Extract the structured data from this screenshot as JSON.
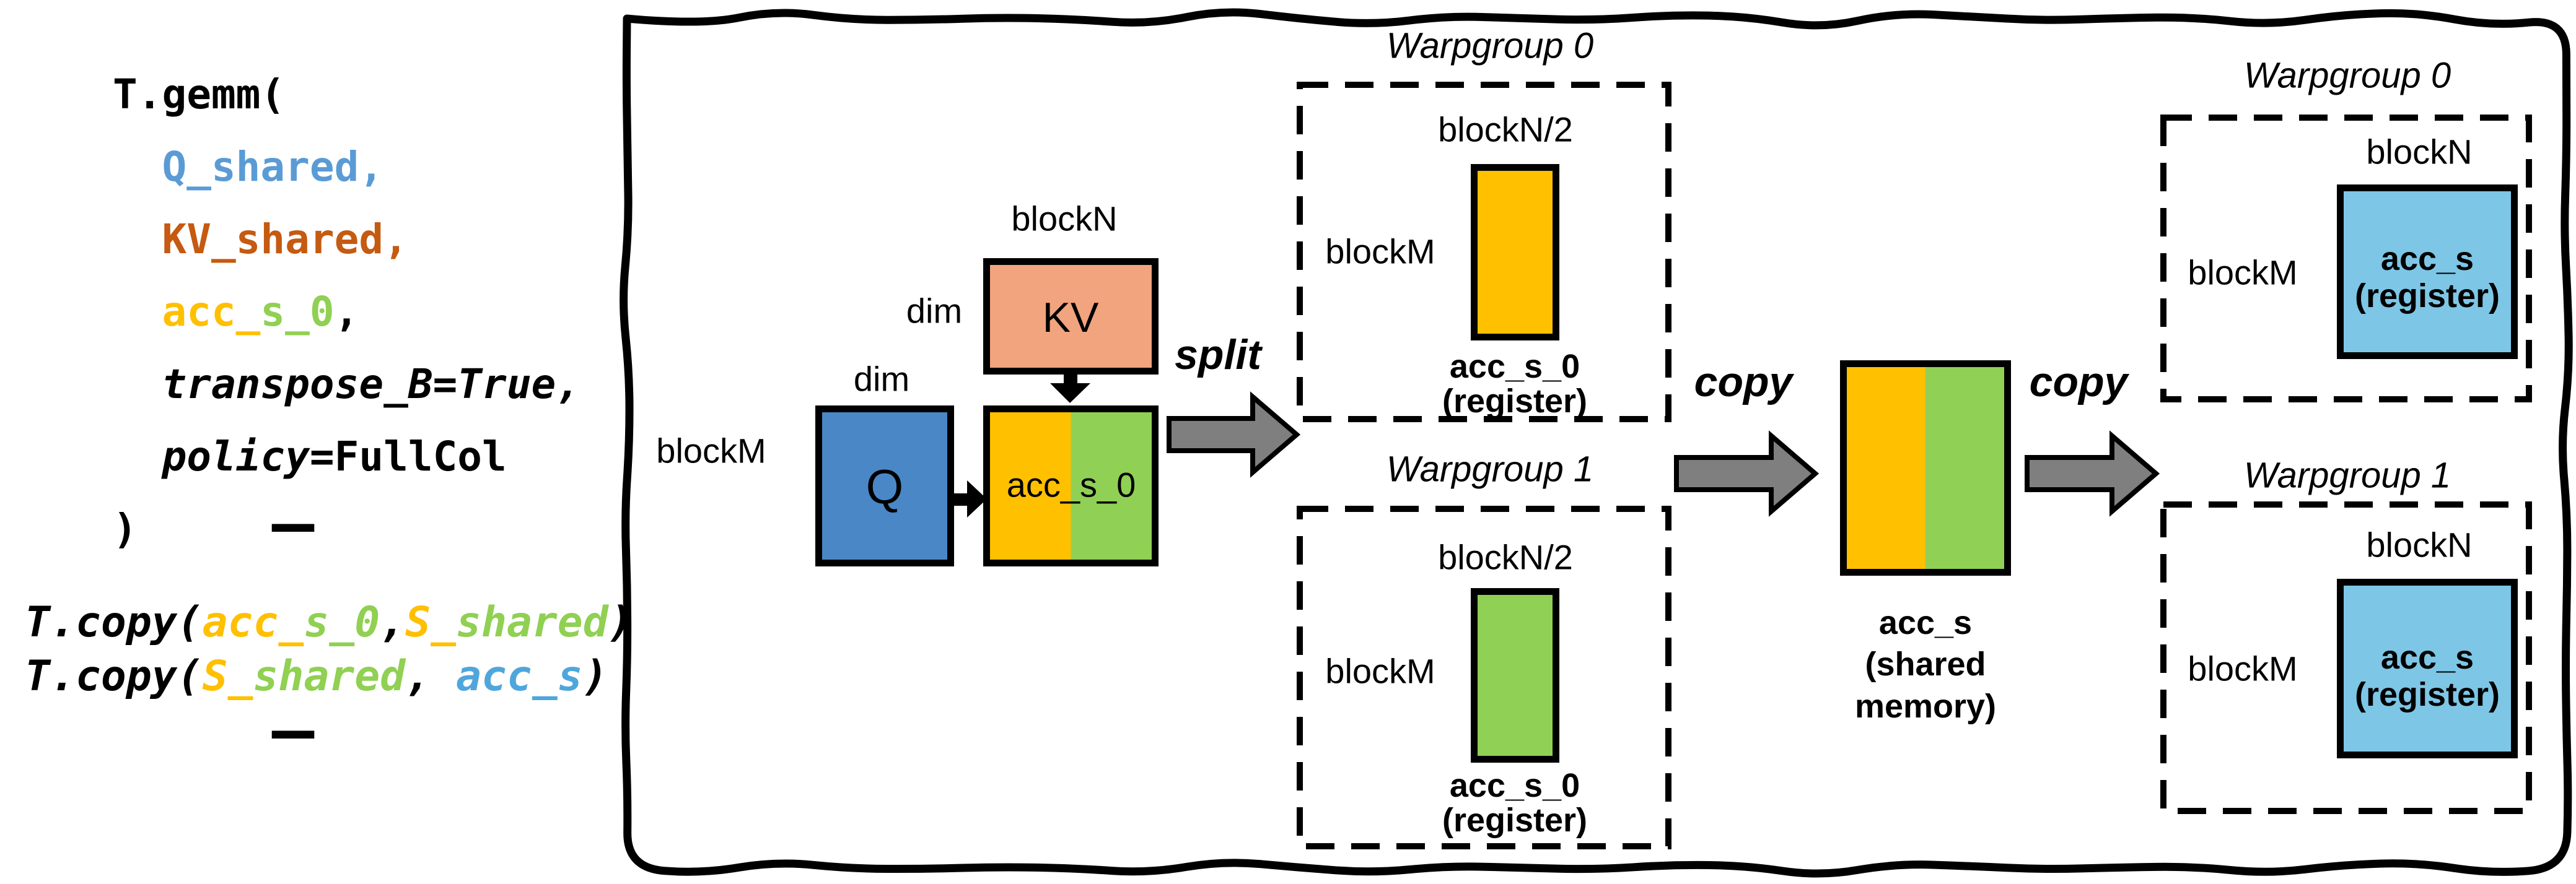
{
  "colors": {
    "code-blue": "#5B9BD5",
    "code-orange": "#C55A11",
    "code-yellow": "#FFC000",
    "code-green": "#90D052",
    "code-cyan": "#4FA6DB",
    "box-blue": "#4A87C7",
    "box-salmon": "#F1A47E",
    "box-yellow": "#FFC000",
    "box-green": "#90D055",
    "box-lightblue": "#7DC6E6",
    "arrow-gray": "#7F7F7F",
    "ink": "#000000"
  },
  "code": {
    "gemm": {
      "open": "T.gemm(",
      "arg_q": "  Q_shared,",
      "arg_kv": "  KV_shared,",
      "arg_acc_yellow": "  acc_",
      "arg_acc_green": "s_0",
      "arg_acc_comma": ",",
      "arg_transpose": "  transpose_B=True,",
      "arg_policy_name": "  policy",
      "arg_policy_value": "=FullCol",
      "close": ")"
    },
    "ellipsis_top": "......",
    "copy1": {
      "fn": "T.copy(",
      "src_yellow": "acc_",
      "src_green": "s_0",
      "comma": ",",
      "dst_yellow": "S_",
      "dst_green": "shared",
      "close": ")"
    },
    "copy2": {
      "fn": "T.copy(",
      "src_yellow": "S_",
      "src_green": "shared",
      "comma": ", ",
      "dst_cyan": "acc_s",
      "close": ")"
    },
    "ellipsis_bottom": "......"
  },
  "diagram": {
    "gemm_inputs": {
      "block_m": "blockM",
      "dim_q": "dim",
      "dim_kv": "dim",
      "block_n": "blockN",
      "q": "Q",
      "kv": "KV",
      "acc": "acc_s_0"
    },
    "split_label": "split",
    "copy_label_1": "copy",
    "copy_label_2": "copy",
    "mid_warpgroups": [
      {
        "title": "Warpgroup 0",
        "block_n": "blockN/2",
        "block_m": "blockM",
        "name": "acc_s_0",
        "kind": "(register)"
      },
      {
        "title": "Warpgroup 1",
        "block_n": "blockN/2",
        "block_m": "blockM",
        "name": "acc_s_0",
        "kind": "(register)"
      }
    ],
    "shared_mem": {
      "name": "acc_s",
      "kind_line1": "(shared",
      "kind_line2": "memory)"
    },
    "right_warpgroups": [
      {
        "title": "Warpgroup 0",
        "block_n": "blockN",
        "block_m": "blockM",
        "name": "acc_s",
        "kind": "(register)"
      },
      {
        "title": "Warpgroup 1",
        "block_n": "blockN",
        "block_m": "blockM",
        "name": "acc_s",
        "kind": "(register)"
      }
    ]
  }
}
